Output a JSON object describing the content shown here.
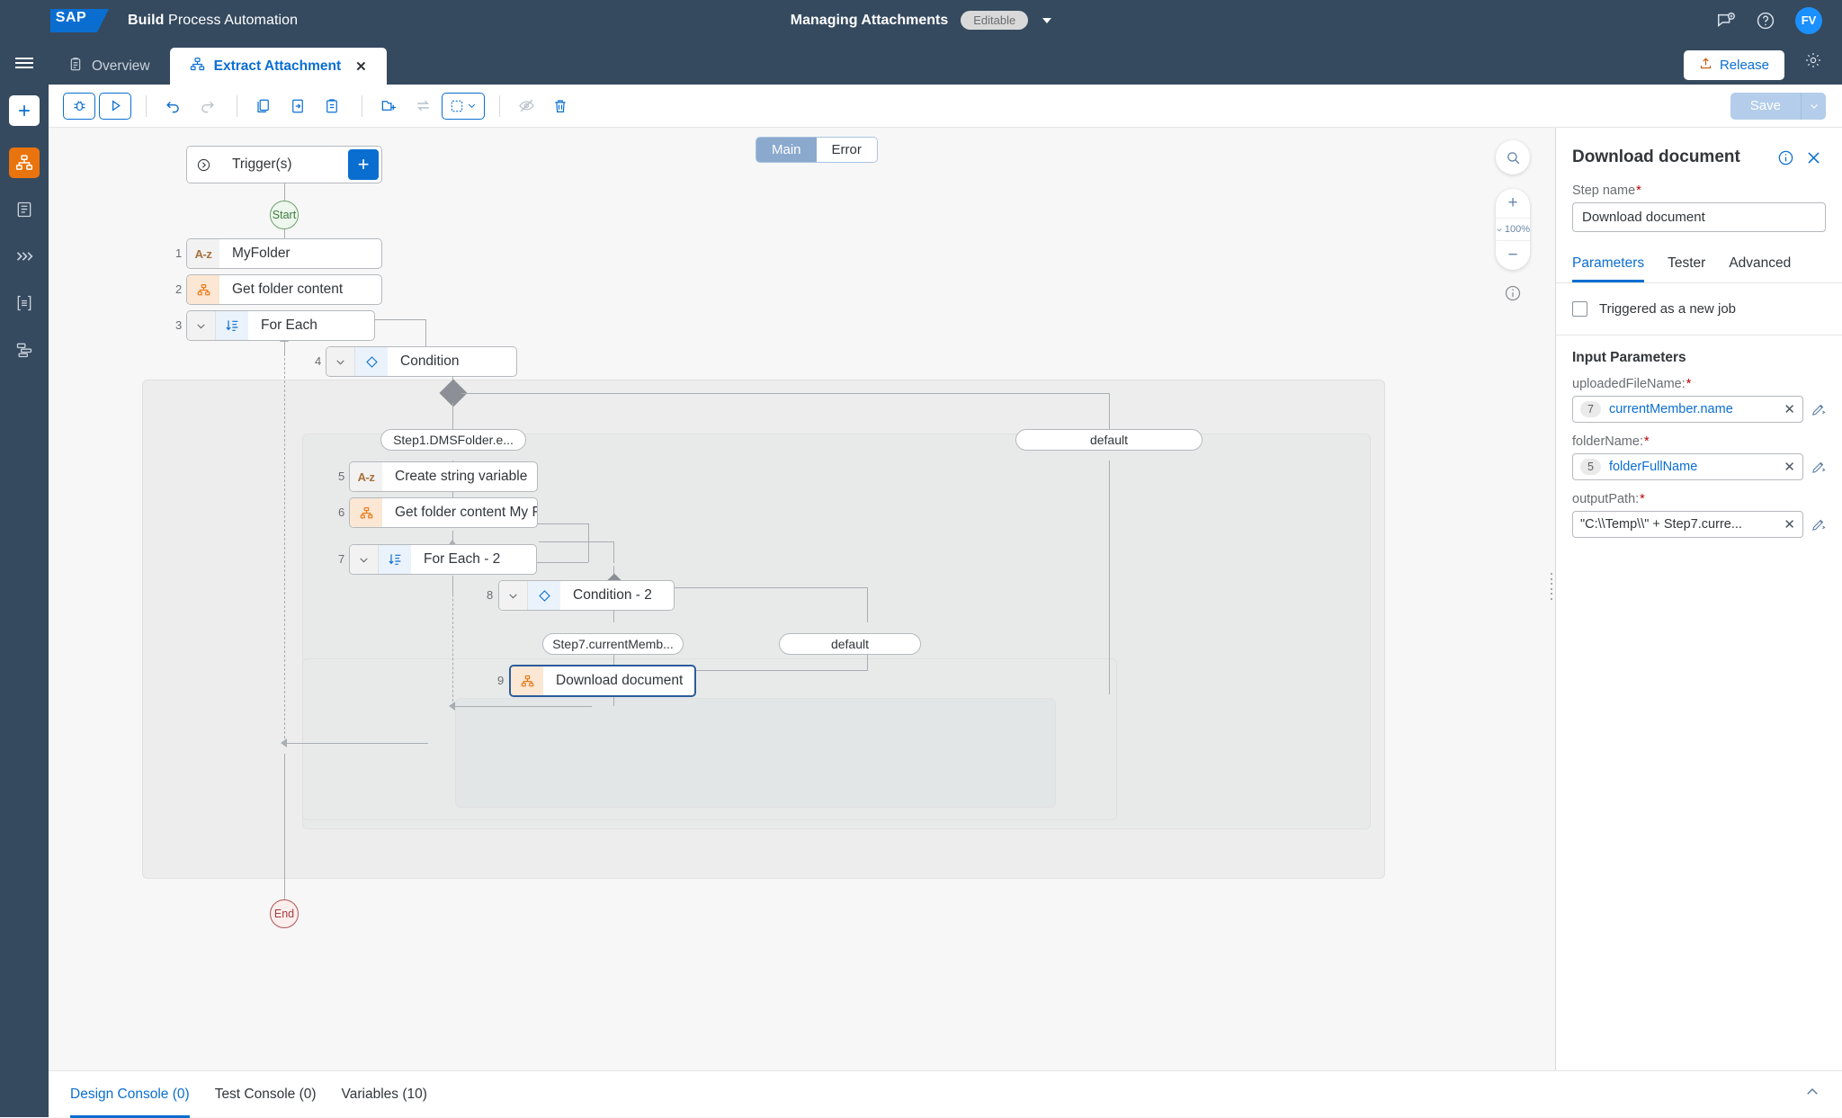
{
  "shell": {
    "logo_text": "SAP",
    "app_name_bold": "Build",
    "app_name_rest": " Process Automation",
    "document_title": "Managing Attachments",
    "status_pill": "Editable",
    "avatar_initials": "FV",
    "icons": {
      "feedback": "feedback-icon",
      "help": "help-icon",
      "settings": "gear-icon"
    }
  },
  "tabs": {
    "items": [
      {
        "label": "Overview",
        "icon": "clipboard-icon",
        "active": false,
        "closable": false
      },
      {
        "label": "Extract Attachment",
        "icon": "process-icon",
        "active": true,
        "closable": true,
        "close_glyph": "✕"
      }
    ],
    "release_label": "Release"
  },
  "rail": {
    "items": [
      {
        "name": "add-button",
        "glyph": "+"
      },
      {
        "name": "process-icon",
        "glyph": "process"
      },
      {
        "name": "forms-icon",
        "glyph": "form"
      },
      {
        "name": "automations-icon",
        "glyph": "chevrons"
      },
      {
        "name": "decisions-icon",
        "glyph": "decision"
      },
      {
        "name": "data-types-icon",
        "glyph": "data"
      }
    ]
  },
  "toolbar": {
    "buttons": [
      {
        "name": "debug-button",
        "icon": "bug-icon",
        "disabled": false
      },
      {
        "name": "run-button",
        "icon": "play-icon",
        "disabled": false
      },
      {
        "name": "undo-button",
        "icon": "undo-icon",
        "disabled": false
      },
      {
        "name": "redo-button",
        "icon": "redo-icon",
        "disabled": true
      },
      {
        "name": "copy-button",
        "icon": "copy-icon",
        "disabled": false
      },
      {
        "name": "cut-button",
        "icon": "cut-icon",
        "disabled": false
      },
      {
        "name": "paste-button",
        "icon": "paste-icon",
        "disabled": false
      },
      {
        "name": "add-group-button",
        "icon": "add-folder-icon",
        "disabled": false
      },
      {
        "name": "swap-button",
        "icon": "swap-icon",
        "disabled": true
      },
      {
        "name": "selection-mode-button",
        "icon": "selection-box-icon",
        "disabled": false
      },
      {
        "name": "hide-button",
        "icon": "eye-off-icon",
        "disabled": true
      },
      {
        "name": "delete-button",
        "icon": "trash-icon",
        "disabled": false
      }
    ],
    "save_label": "Save"
  },
  "canvas": {
    "view_switch": {
      "options": [
        "Main",
        "Error"
      ],
      "selected": "Main"
    },
    "zoom": {
      "level": "100%",
      "search": "search-icon",
      "plus": "+",
      "minus": "−",
      "info": "info-icon"
    },
    "trigger_box": {
      "label": "Trigger(s)",
      "add_glyph": "+"
    },
    "start_label": "Start",
    "end_label": "End",
    "steps": [
      {
        "num": "1",
        "label": "MyFolder",
        "icon": "az-icon",
        "kind": "variable"
      },
      {
        "num": "2",
        "label": "Get folder content",
        "icon": "process-icon",
        "kind": "automation"
      },
      {
        "num": "3",
        "label": "For Each",
        "icon": "foreach-icon",
        "kind": "loop"
      },
      {
        "num": "4",
        "label": "Condition",
        "icon": "diamond-icon",
        "kind": "condition"
      },
      {
        "num": "5",
        "label": "Create string variable",
        "icon": "az-icon",
        "kind": "variable"
      },
      {
        "num": "6",
        "label": "Get folder content My Folder",
        "icon": "process-icon",
        "kind": "automation"
      },
      {
        "num": "7",
        "label": "For Each - 2",
        "icon": "foreach-icon",
        "kind": "loop"
      },
      {
        "num": "8",
        "label": "Condition - 2",
        "icon": "diamond-icon",
        "kind": "condition"
      },
      {
        "num": "9",
        "label": "Download document",
        "icon": "process-icon",
        "kind": "automation",
        "selected": true
      }
    ],
    "branch_labels": {
      "cond1_true": "Step1.DMSFolder.e...",
      "cond1_default": "default",
      "cond2_true": "Step7.currentMemb...",
      "cond2_default": "default"
    }
  },
  "panel": {
    "title": "Download document",
    "info_icon": "info-icon",
    "close_icon": "close-icon",
    "step_name_label": "Step name",
    "step_name_value": "Download document",
    "tabs": [
      {
        "label": "Parameters",
        "active": true
      },
      {
        "label": "Tester",
        "active": false
      },
      {
        "label": "Advanced",
        "active": false
      }
    ],
    "checkbox_label": "Triggered as a new job",
    "checkbox_checked": false,
    "section_title": "Input Parameters",
    "parameters": [
      {
        "label": "uploadedFileName:",
        "required": true,
        "badge": "7",
        "value": "currentMember.name",
        "value_style": "link",
        "clear": "✕",
        "edit_icon": "pencil-icon"
      },
      {
        "label": "folderName:",
        "required": true,
        "badge": "5",
        "value": "folderFullName",
        "value_style": "link",
        "clear": "✕",
        "edit_icon": "pencil-icon"
      },
      {
        "label": "outputPath:",
        "required": true,
        "badge": "",
        "value": "\"C:\\\\Temp\\\\\" + Step7.curre...",
        "value_style": "plain",
        "clear": "✕",
        "edit_icon": "pencil-icon"
      }
    ]
  },
  "bottom": {
    "tabs": [
      {
        "label": "Design Console (0)",
        "active": true
      },
      {
        "label": "Test Console (0)",
        "active": false
      },
      {
        "label": "Variables (10)",
        "active": false
      }
    ],
    "collapse_icon": "chevron-up-icon"
  }
}
